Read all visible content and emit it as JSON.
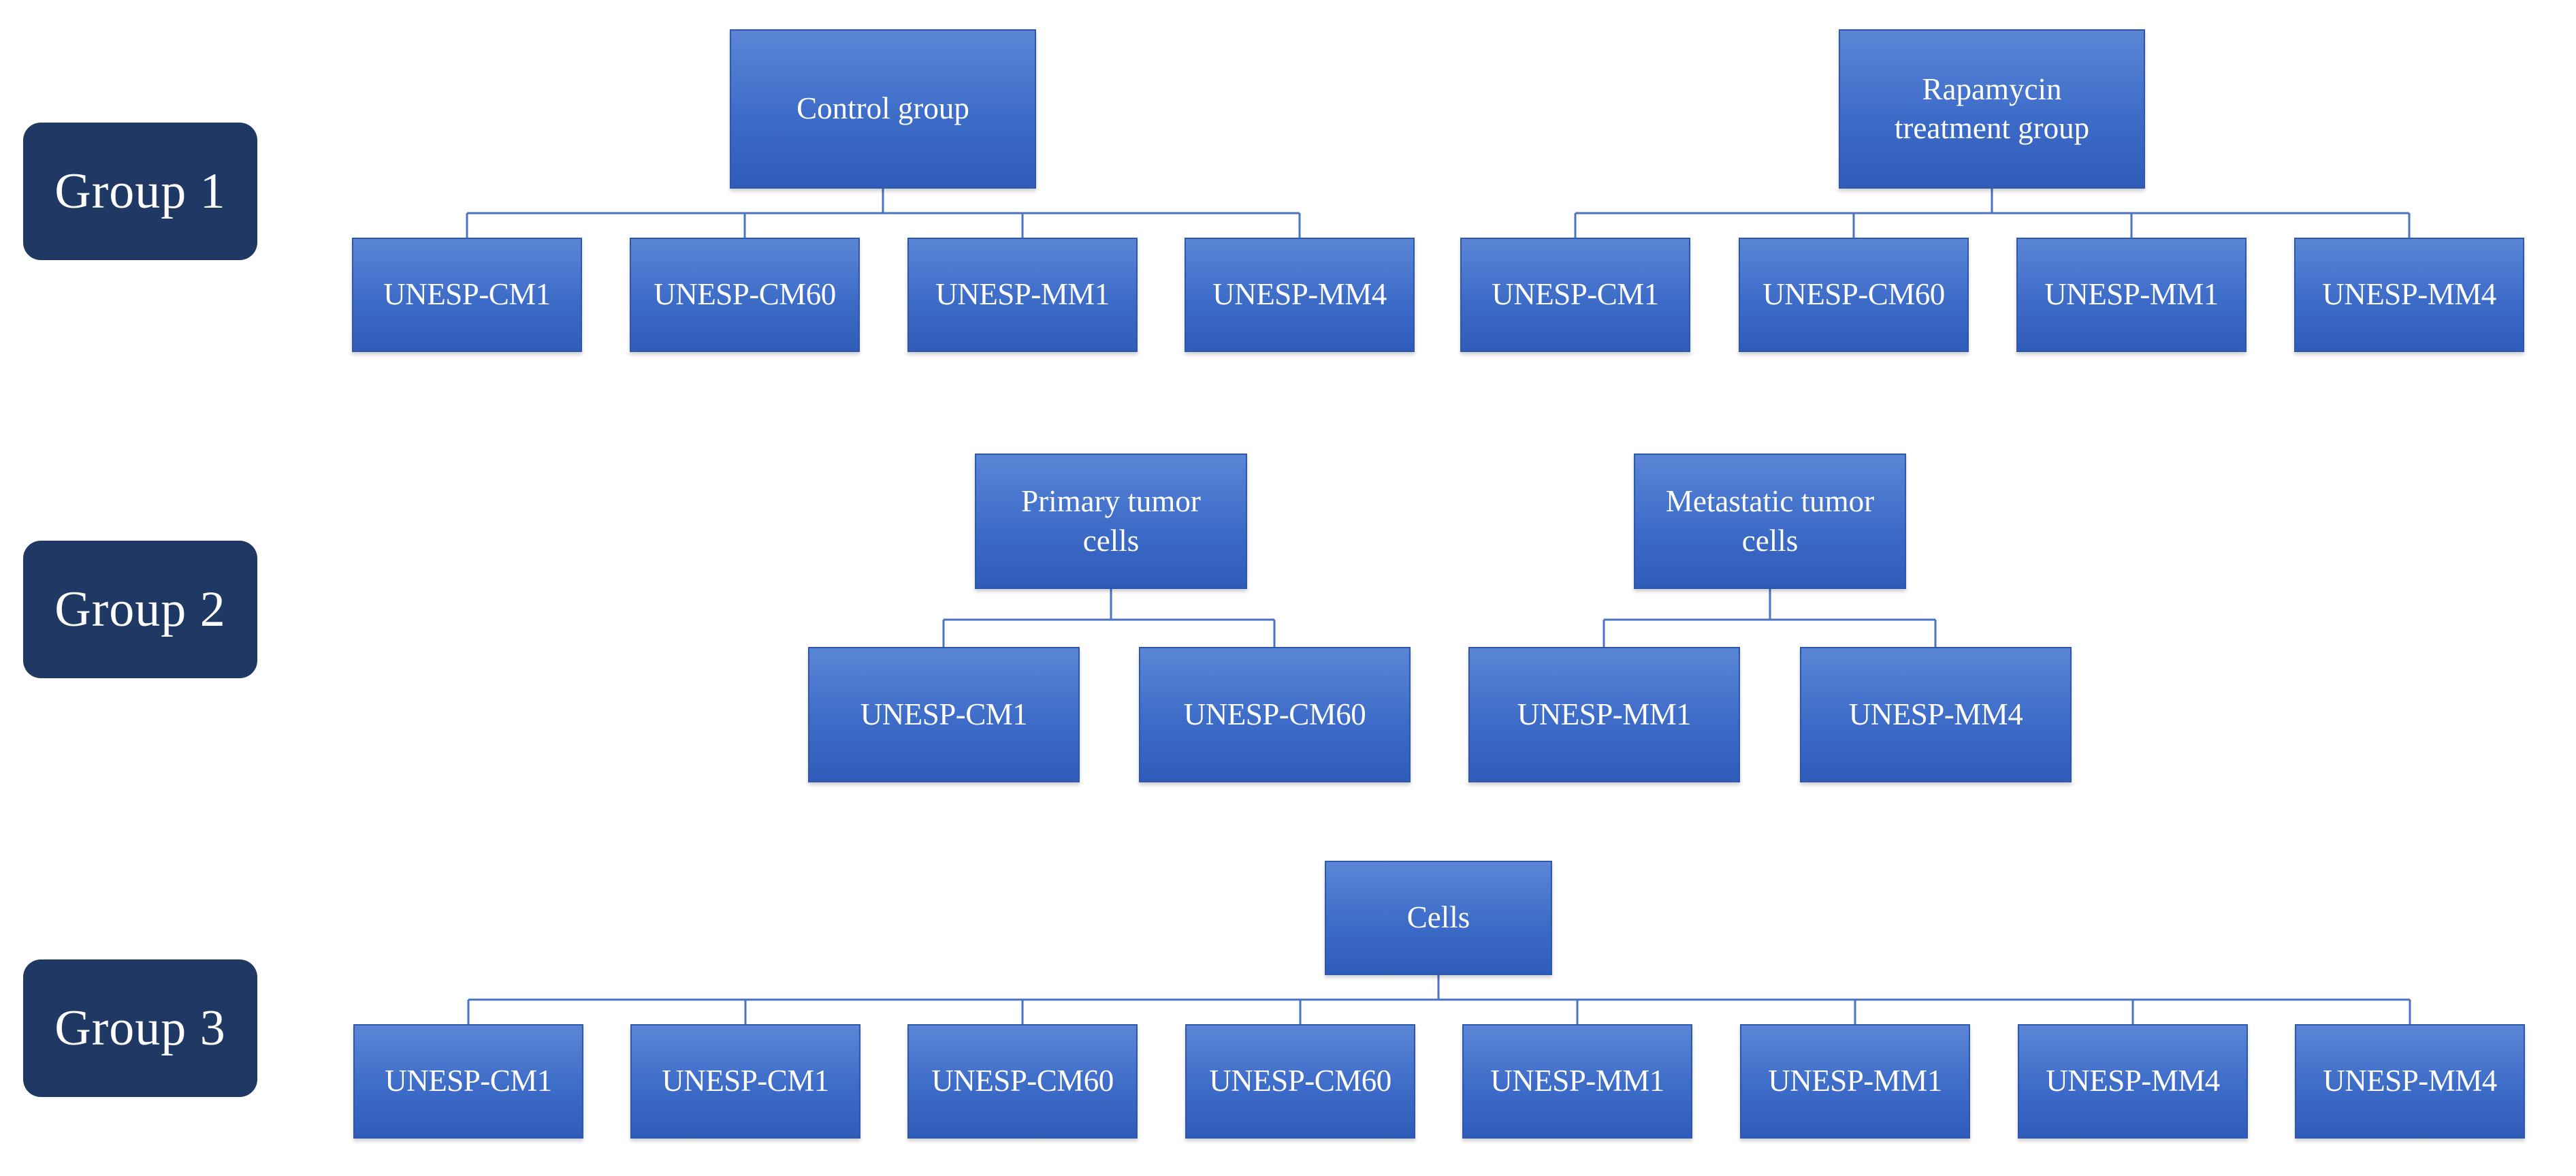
{
  "group_labels": [
    "Group 1",
    "Group 2",
    "Group 3"
  ],
  "group1": {
    "control": {
      "title": "Control group",
      "children": [
        "UNESP-CM1",
        "UNESP-CM60",
        "UNESP-MM1",
        "UNESP-MM4"
      ]
    },
    "rapamycin": {
      "title_line1": "Rapamycin",
      "title_line2": "treatment group",
      "children": [
        "UNESP-CM1",
        "UNESP-CM60",
        "UNESP-MM1",
        "UNESP-MM4"
      ]
    }
  },
  "group2": {
    "primary": {
      "title_line1": "Primary tumor",
      "title_line2": "cells",
      "children": [
        "UNESP-CM1",
        "UNESP-CM60"
      ]
    },
    "metastatic": {
      "title_line1": "Metastatic tumor",
      "title_line2": "cells",
      "children": [
        "UNESP-MM1",
        "UNESP-MM4"
      ]
    }
  },
  "group3": {
    "cells": {
      "title": "Cells",
      "children": [
        "UNESP-CM1",
        "UNESP-CM1",
        "UNESP-CM60",
        "UNESP-CM60",
        "UNESP-MM1",
        "UNESP-MM1",
        "UNESP-MM4",
        "UNESP-MM4"
      ]
    }
  },
  "colors": {
    "group_label_bg": "#1f3864",
    "node_fill": "#4472c4",
    "connector": "#4c72c2"
  }
}
